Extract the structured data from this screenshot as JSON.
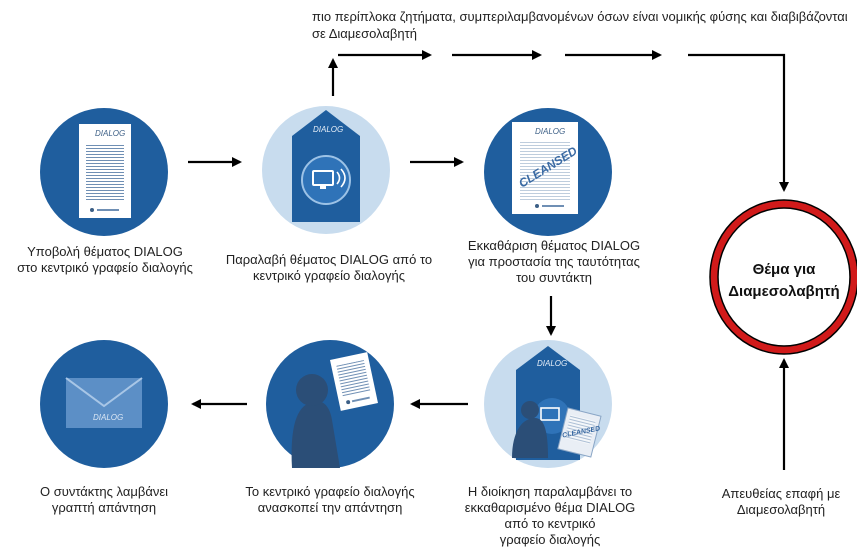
{
  "top_note": "πιο περίπλοκα ζητήματα, συμπεριλαμβανομένων όσων είναι νομικής φύσης και διαβιβάζονται σε Διαμεσολαβητή",
  "mediator": {
    "line1": "Θέμα για",
    "line2": "Διαμεσολαβητή",
    "ring_color": "#d11a1a"
  },
  "steps": {
    "submit": {
      "line1": "Υποβολή θέματος DIALOG",
      "line2": "στο κεντρικό γραφείο διαλογής",
      "doc_label": "DIALOG",
      "icon": "document-icon"
    },
    "receive": {
      "line1": "Παραλαβή θέματος DIALOG από το",
      "line2": "κεντρικό γραφείο διαλογής",
      "house_label": "DIALOG",
      "icon": "house-computer-icon"
    },
    "cleanse": {
      "line1": "Εκκαθάριση θέματος DIALOG",
      "line2": "για προστασία της ταυτότητας",
      "line3": "του συντάκτη",
      "doc_label": "DIALOG",
      "stamp": "CLEANSED",
      "icon": "cleansed-document-icon"
    },
    "management": {
      "line1": "Η διοίκηση παραλαμβάνει το",
      "line2": "εκκαθαρισμένο θέμα DIALOG",
      "line3": "από το κεντρικό",
      "line4": "γραφείο διαλογής",
      "house_label": "DIALOG",
      "stamp": "CLEANSED",
      "icon": "house-person-document-icon"
    },
    "review": {
      "line1": "Το κεντρικό γραφείο διαλογής",
      "line2": "ανασκοπεί την απάντηση",
      "icon": "person-document-icon"
    },
    "reply": {
      "line1": "Ο συντάκτης λαμβάνει",
      "line2": "γραπτή απάντηση",
      "envelope_label": "DIALOG",
      "icon": "envelope-icon"
    }
  },
  "direct_contact": {
    "line1": "Απευθείας επαφή με",
    "line2": "Διαμεσολαβητή"
  },
  "colors": {
    "circle_dark": "#1f5e9e",
    "circle_light": "#c8dcee",
    "arrow": "#000000"
  }
}
